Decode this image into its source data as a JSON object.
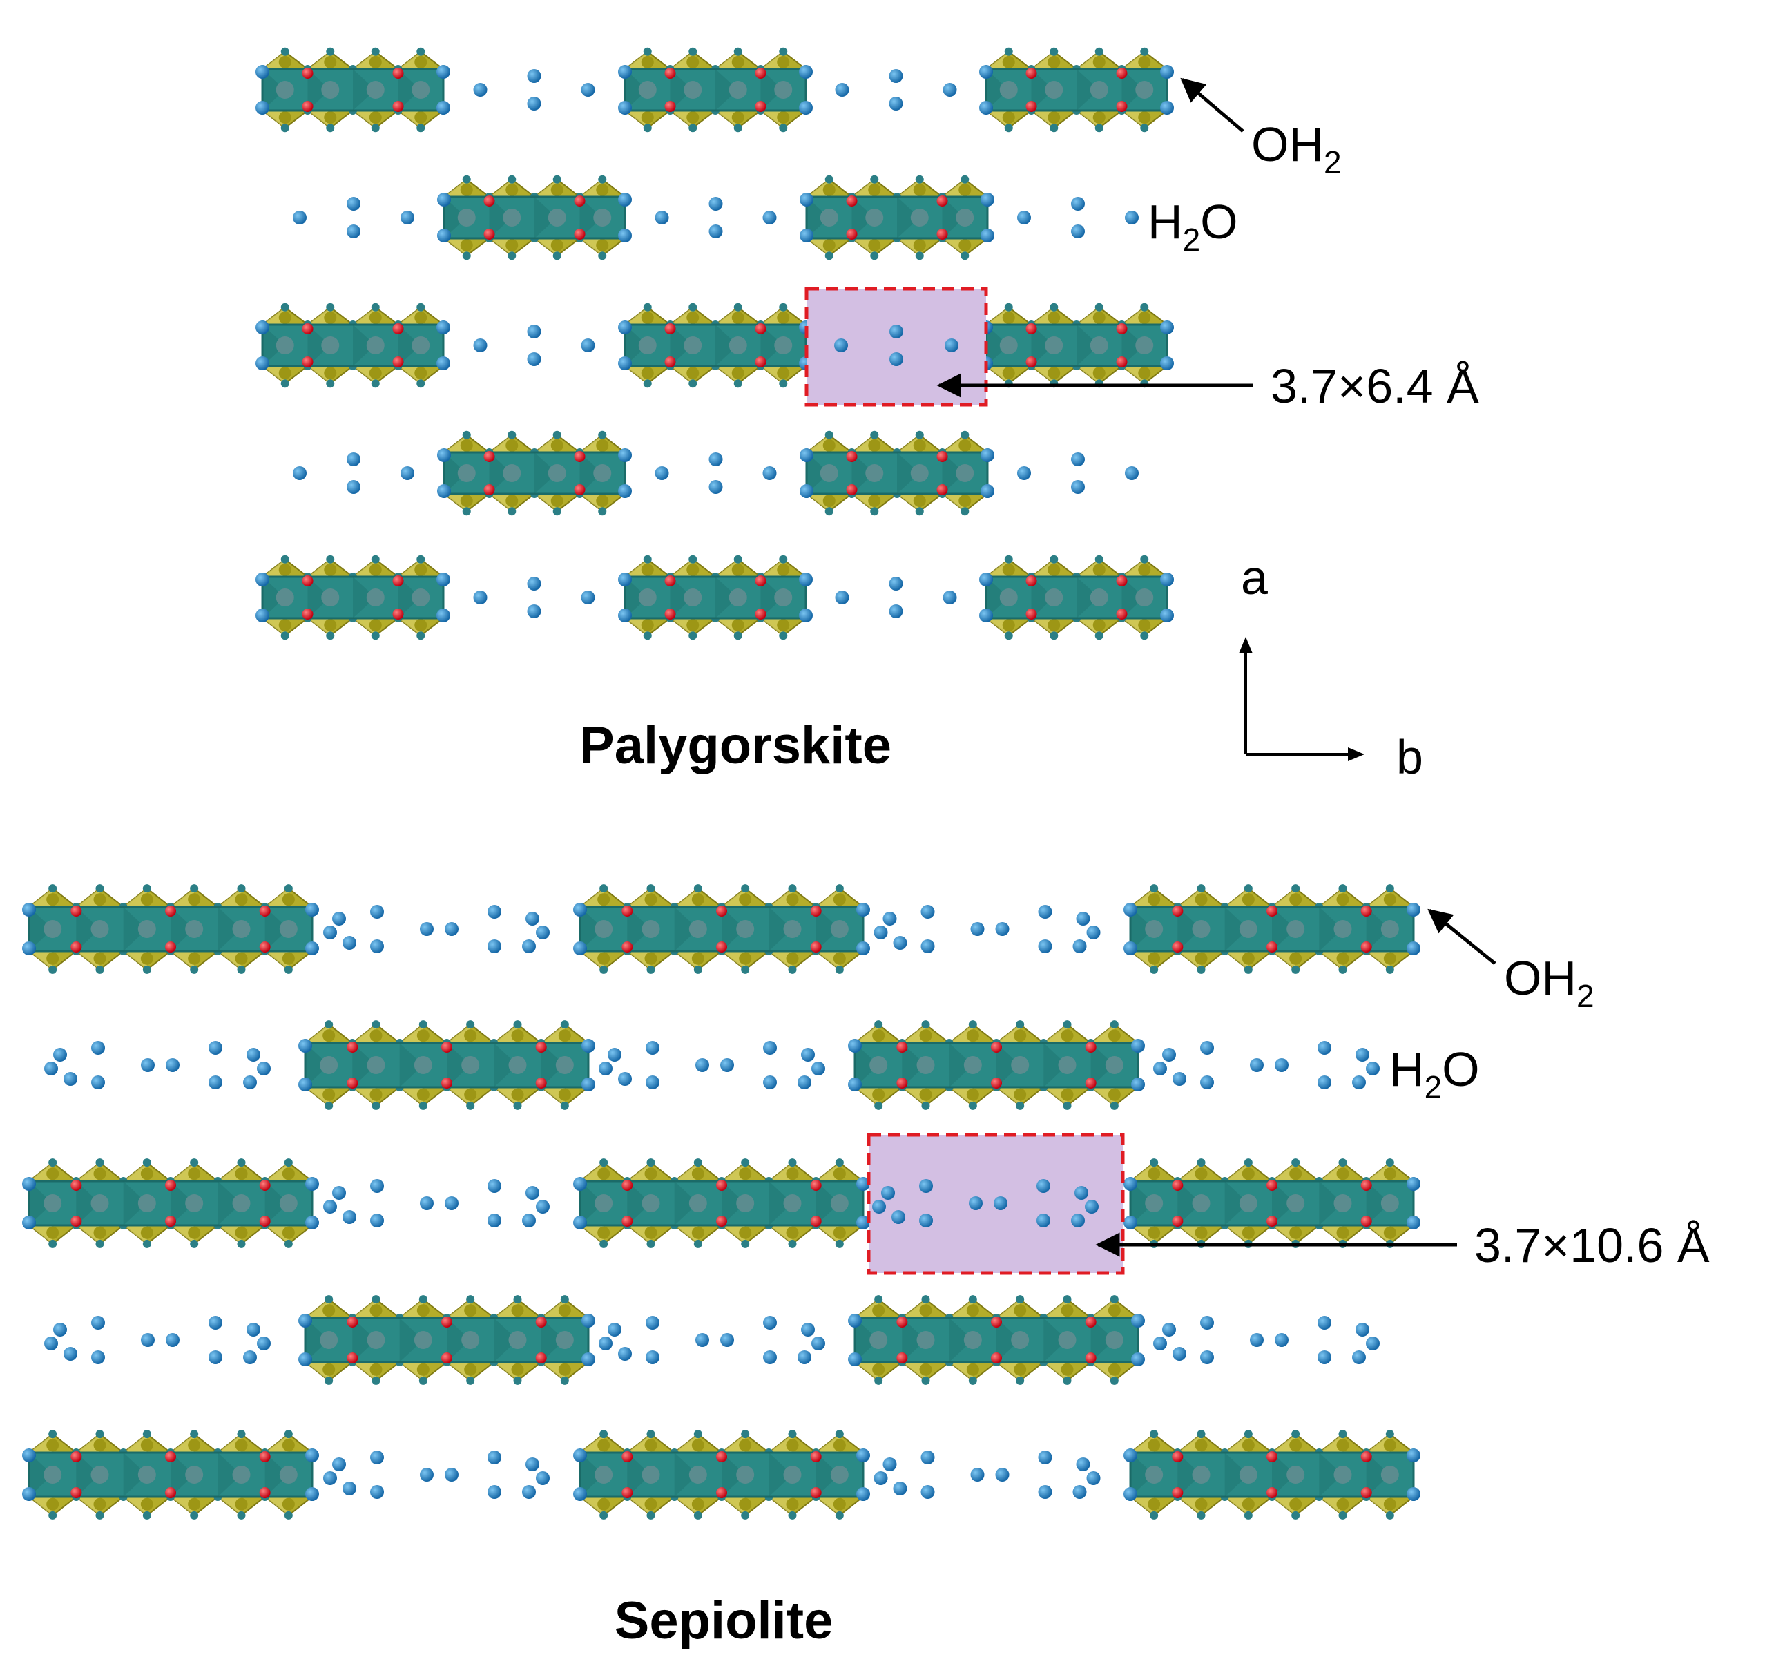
{
  "colors": {
    "octahedra": "#2a8a86",
    "octahedra_dark": "#1b6b68",
    "tetrahedra": "#b4ad2a",
    "tetrahedra_light": "#e6dc78",
    "water": "#1f86c9",
    "hydroxyl": "#e0141e",
    "pore_fill": "#d3bfe3",
    "pore_border": "#e01c24"
  },
  "icons": {
    "arrow": "arrow-icon",
    "water_sphere": "water-molecule-icon"
  },
  "palygorskite": {
    "title": "Palygorskite",
    "label_OH2": {
      "main": "OH",
      "sub": "2"
    },
    "label_H2O": {
      "pre": "H",
      "sub": "2",
      "post": "O"
    },
    "pore_dimension": "3.7×6.4 Å"
  },
  "axes": {
    "a_label": "a",
    "b_label": "b"
  },
  "sepiolite": {
    "title": "Sepiolite",
    "label_OH2": {
      "main": "OH",
      "sub": "2"
    },
    "label_H2O": {
      "pre": "H",
      "sub": "2",
      "post": "O"
    },
    "pore_dimension": "3.7×10.6 Å"
  }
}
